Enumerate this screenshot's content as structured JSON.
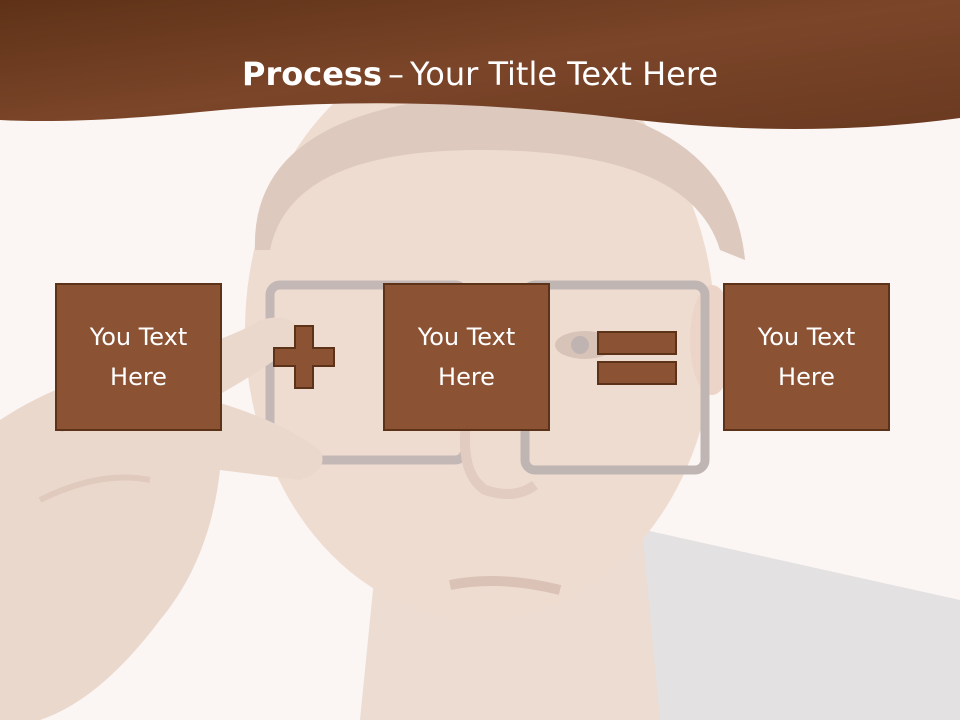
{
  "slide": {
    "title_bold": "Process",
    "title_separator": "–",
    "title_rest": "Your Title Text Here",
    "colors": {
      "header": "#7a4428",
      "box_fill": "#8c5234",
      "box_border": "#5c3319",
      "operator": "#8c5234",
      "background": "#fbf6f3"
    },
    "boxes": [
      {
        "text": "You Text Here"
      },
      {
        "text": "You Text Here"
      },
      {
        "text": "You Text Here"
      }
    ],
    "operators": [
      "plus-icon",
      "equals-icon"
    ]
  }
}
